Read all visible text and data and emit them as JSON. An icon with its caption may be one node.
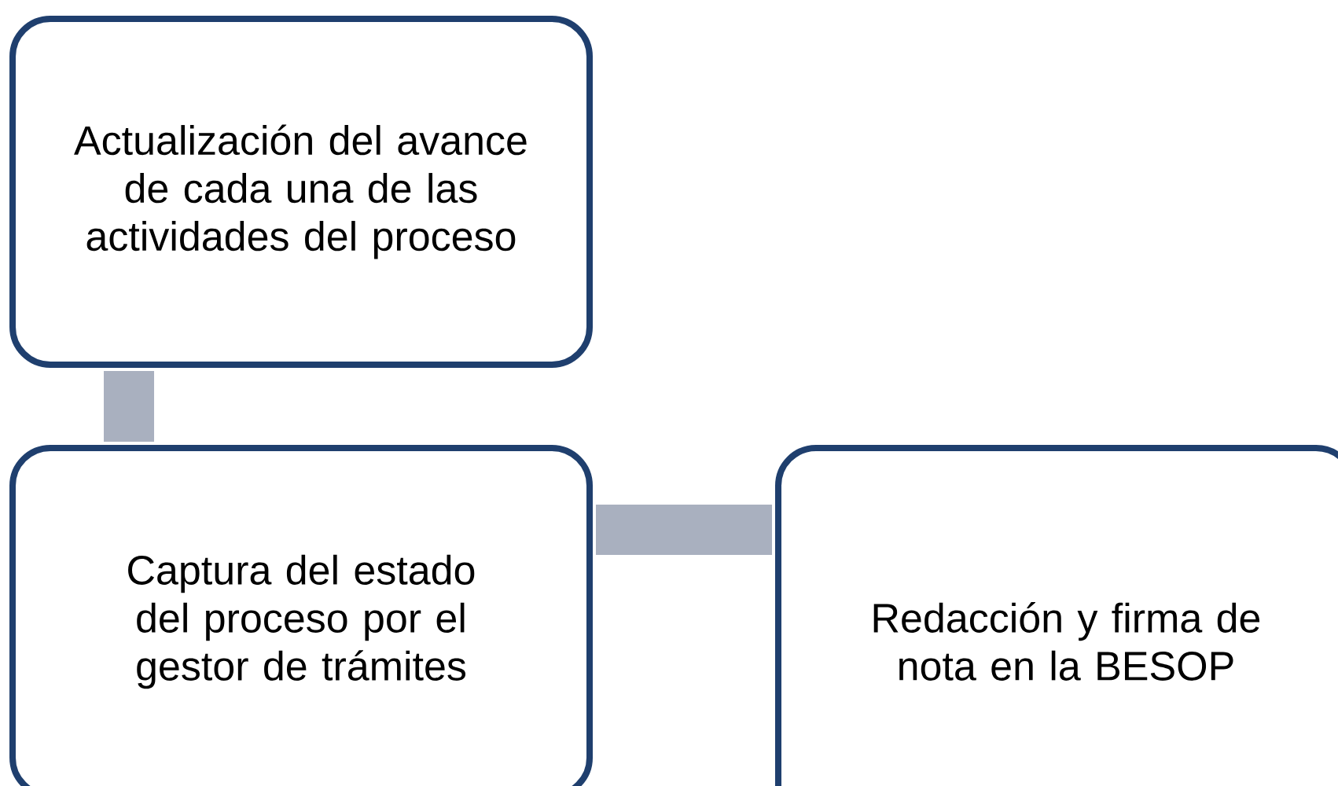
{
  "diagram": {
    "nodes": [
      {
        "text": [
          "Actualización del avance de cada una de las actividades del proceso"
        ]
      },
      {
        "text": [
          "Captura del estado del proceso por el gestor de trámites"
        ]
      },
      {
        "text": [
          "Redacción y firma de nota en la BESOP"
        ]
      }
    ],
    "edges": [
      {
        "from": 0,
        "to": 1,
        "arrow": "none"
      },
      {
        "from": 1,
        "to": 2,
        "arrow": "none"
      }
    ]
  }
}
